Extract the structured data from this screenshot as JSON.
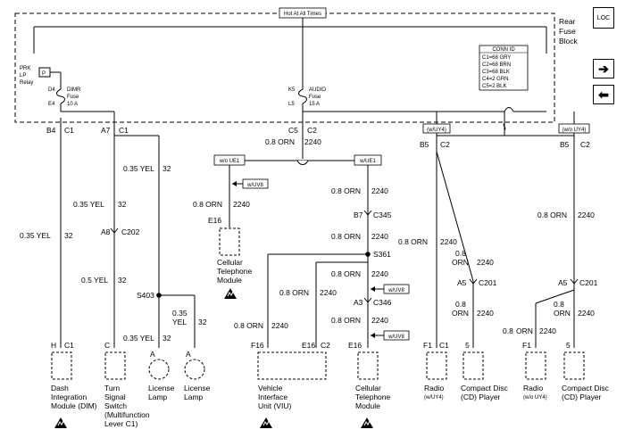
{
  "hot_at_all_times": "Hot At All Times",
  "rear_fuse_block": [
    "Rear",
    "Fuse",
    "Block"
  ],
  "nav": {
    "loc": "LOC",
    "forward_icon": "arrow-right-icon",
    "back_icon": "arrow-left-icon"
  },
  "prk_relay": {
    "labels": [
      "PRK",
      "LP",
      "Relay"
    ]
  },
  "dimr_fuse": {
    "pin_in": "D4",
    "pin_out": "E4",
    "name": "DIMR",
    "fuse": "Fuse",
    "rating": "10 A"
  },
  "audio_fuse": {
    "pin_in": "K5",
    "pin_out": "L5",
    "name": "AUDIO",
    "fuse": "Fuse",
    "rating": "15 A"
  },
  "conn_id": {
    "title": "CONN ID",
    "rows": [
      "C1=68 GRY",
      "C2=68 BRN",
      "C3=68 BLK",
      "C4=2 GRN",
      "C5=2 BLK"
    ]
  },
  "fuse_block_pins": {
    "b4": "B4",
    "c1a": "C1",
    "a7": "A7",
    "c1b": "C1",
    "c5": "C5",
    "c2a": "C2",
    "b5a": "B5",
    "c2b": "C2",
    "b5b": "B5",
    "c2c": "C2"
  },
  "options": {
    "w_uy4": "(w/UY4)",
    "wo_uy4": "(w/o UY4)",
    "wo_ue1": "w/o UE1",
    "w_ue1": "w/UE1",
    "w_uv8": "w/UV8"
  },
  "wires": {
    "w1": "0.35 YEL",
    "w1n": "32",
    "w2": "0.35 YEL",
    "w2n": "32",
    "w3": "0.35 YEL",
    "w3n": "32",
    "w4": "0.5 YEL",
    "w4n": "32",
    "w5": "0.35 YEL",
    "w5n": "32",
    "w6a": "0.35",
    "w6b": "YEL",
    "w6n": "32",
    "w_main": "0.8 ORN",
    "w_mainn": "2240",
    "w_cell1": "0.8 ORN",
    "w_cell1n": "2240",
    "w_r1": "0.8 ORN",
    "w_r1n": "2240",
    "w_r2": "0.8 ORN",
    "w_r2n": "2240",
    "w_r3": "0.8 ORN",
    "w_r3n": "2240",
    "w_r4": "0.8 ORN",
    "w_r4n": "2240",
    "w_viu1": "0.8 ORN",
    "w_viu1n": "2240",
    "w_viu2": "0.8 ORN",
    "w_viu2n": "2240",
    "w_radio": "0.8 ORN",
    "w_radion": "2240",
    "w_cd1a": "0.8",
    "w_cd1b": "ORN",
    "w_cd1n": "2240",
    "w_cd2a": "0.8",
    "w_cd2b": "ORN",
    "w_cd2n": "2240",
    "w_r5": "0.8 ORN",
    "w_r5n": "2240",
    "w_cd3a": "0.8",
    "w_cd3b": "ORN",
    "w_cd3n": "2240",
    "w_cd4": "0.8",
    "w_cd4b": "ORN",
    "w_cd4n": "2240"
  },
  "connectors": {
    "a8": "A8",
    "c202": "C202",
    "s403": "S403",
    "b7": "B7",
    "c345": "C345",
    "s361": "S361",
    "a3": "A3",
    "c346": "C346",
    "a5a": "A5",
    "c201a": "C201",
    "a5b": "A5",
    "c201b": "C201"
  },
  "components": {
    "dim": {
      "pin1": "H",
      "pin2": "C1",
      "name": [
        "Dash",
        "Integration",
        "Module (DIM)"
      ]
    },
    "turn": {
      "pin": "C",
      "name": [
        "Turn",
        "Signal",
        "Switch",
        "(Multifunction",
        "Lever C1)"
      ]
    },
    "lamp1": {
      "pin": "A",
      "name": [
        "License",
        "Lamp"
      ]
    },
    "lamp2": {
      "pin": "A",
      "name": [
        "License",
        "Lamp"
      ]
    },
    "cell1": {
      "pin": "E16",
      "name": [
        "Cellular",
        "Telephone",
        "Module"
      ]
    },
    "viu": {
      "pin1": "F16",
      "pin2": "E16",
      "pin3": "C2",
      "name": [
        "Vehicle",
        "Interface",
        "Unit (VIU)"
      ]
    },
    "cell2": {
      "pin": "E16",
      "name": [
        "Cellular",
        "Telephone",
        "Module"
      ]
    },
    "radio1": {
      "pin1": "F1",
      "pin2": "C1",
      "name": [
        "Radio"
      ],
      "note": "(w/UY4)"
    },
    "cd1": {
      "pin": "5",
      "name": [
        "Compact Disc",
        "(CD) Player"
      ]
    },
    "radio2": {
      "pin": "F1",
      "name": [
        "Radio"
      ],
      "note": "(w/o UY4)"
    },
    "cd2": {
      "pin": "5",
      "name": [
        "Compact Disc",
        "(CD) Player"
      ]
    }
  }
}
